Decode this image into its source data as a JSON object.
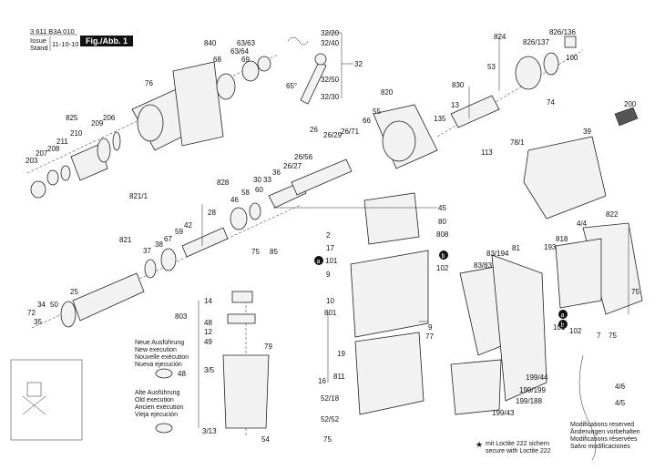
{
  "header": {
    "drawing_number": "3 611 B3A 010",
    "issue_label": "Issue",
    "stand_label": "Stand",
    "date": "11-10-10",
    "figure": "Fig./Abb. 1"
  },
  "labels": [
    {
      "id": "l840",
      "text": "840"
    },
    {
      "id": "l63_63",
      "text": "63/63"
    },
    {
      "id": "l63_64",
      "text": "63/64"
    },
    {
      "id": "l68",
      "text": "68"
    },
    {
      "id": "l69",
      "text": "69"
    },
    {
      "id": "l76",
      "text": "76"
    },
    {
      "id": "l32_20",
      "text": "32/20"
    },
    {
      "id": "l32_40",
      "text": "32/40"
    },
    {
      "id": "l32",
      "text": "32"
    },
    {
      "id": "l32_50",
      "text": "32/50"
    },
    {
      "id": "l32_30",
      "text": "32/30"
    },
    {
      "id": "l65deg",
      "text": "65°"
    },
    {
      "id": "l825",
      "text": "825"
    },
    {
      "id": "l206",
      "text": "206"
    },
    {
      "id": "l209",
      "text": "209"
    },
    {
      "id": "l210",
      "text": "210"
    },
    {
      "id": "l211",
      "text": "211"
    },
    {
      "id": "l208",
      "text": "208"
    },
    {
      "id": "l207",
      "text": "207"
    },
    {
      "id": "l203",
      "text": "203"
    },
    {
      "id": "l820",
      "text": "820"
    },
    {
      "id": "l55",
      "text": "55"
    },
    {
      "id": "l66",
      "text": "66"
    },
    {
      "id": "l26",
      "text": "26"
    },
    {
      "id": "l26_29",
      "text": "26/29"
    },
    {
      "id": "l26_71",
      "text": "26/71"
    },
    {
      "id": "l26_56",
      "text": "26/56"
    },
    {
      "id": "l26_27",
      "text": "26/27"
    },
    {
      "id": "l36",
      "text": "36"
    },
    {
      "id": "l33",
      "text": "33"
    },
    {
      "id": "l30",
      "text": "30"
    },
    {
      "id": "l60",
      "text": "60"
    },
    {
      "id": "l58",
      "text": "58"
    },
    {
      "id": "l46",
      "text": "46"
    },
    {
      "id": "l828",
      "text": "828"
    },
    {
      "id": "l821_1",
      "text": "821/1"
    },
    {
      "id": "l28",
      "text": "28"
    },
    {
      "id": "l42",
      "text": "42"
    },
    {
      "id": "l59",
      "text": "59"
    },
    {
      "id": "l67",
      "text": "67"
    },
    {
      "id": "l821",
      "text": "821"
    },
    {
      "id": "l37",
      "text": "37"
    },
    {
      "id": "l38",
      "text": "38"
    },
    {
      "id": "l25",
      "text": "25"
    },
    {
      "id": "l34",
      "text": "34"
    },
    {
      "id": "l50",
      "text": "50"
    },
    {
      "id": "l72",
      "text": "72"
    },
    {
      "id": "l35",
      "text": "35"
    },
    {
      "id": "l824",
      "text": "824"
    },
    {
      "id": "l826_136",
      "text": "826/136"
    },
    {
      "id": "l826_137",
      "text": "826/137"
    },
    {
      "id": "l100",
      "text": "100"
    },
    {
      "id": "l53",
      "text": "53"
    },
    {
      "id": "l830",
      "text": "830"
    },
    {
      "id": "l13",
      "text": "13"
    },
    {
      "id": "l135",
      "text": "135"
    },
    {
      "id": "l74",
      "text": "74"
    },
    {
      "id": "l113",
      "text": "113"
    },
    {
      "id": "l78_1",
      "text": "78/1"
    },
    {
      "id": "l200",
      "text": "200"
    },
    {
      "id": "l39",
      "text": "39"
    },
    {
      "id": "l45",
      "text": "45"
    },
    {
      "id": "l80",
      "text": "80"
    },
    {
      "id": "l808",
      "text": "808"
    },
    {
      "id": "l2",
      "text": "2"
    },
    {
      "id": "l17",
      "text": "17"
    },
    {
      "id": "l101a",
      "text": "101"
    },
    {
      "id": "l9a",
      "text": "9"
    },
    {
      "id": "l102a",
      "text": "102"
    },
    {
      "id": "l75a",
      "text": "75"
    },
    {
      "id": "l85",
      "text": "85"
    },
    {
      "id": "l10",
      "text": "10"
    },
    {
      "id": "l801",
      "text": "801"
    },
    {
      "id": "l9b",
      "text": "9"
    },
    {
      "id": "l77",
      "text": "77"
    },
    {
      "id": "l14",
      "text": "14"
    },
    {
      "id": "l803",
      "text": "803"
    },
    {
      "id": "l48",
      "text": "48"
    },
    {
      "id": "l12",
      "text": "12"
    },
    {
      "id": "l49",
      "text": "49"
    },
    {
      "id": "l79",
      "text": "79"
    },
    {
      "id": "l19",
      "text": "19"
    },
    {
      "id": "l3_5",
      "text": "3/5"
    },
    {
      "id": "l16",
      "text": "16"
    },
    {
      "id": "l811",
      "text": "811"
    },
    {
      "id": "l52_18",
      "text": "52/18"
    },
    {
      "id": "l52_52",
      "text": "52/52"
    },
    {
      "id": "l3_13",
      "text": "3/13"
    },
    {
      "id": "l54",
      "text": "54"
    },
    {
      "id": "l75b",
      "text": "75"
    },
    {
      "id": "l81",
      "text": "81"
    },
    {
      "id": "l83_194",
      "text": "83/194"
    },
    {
      "id": "l83_83",
      "text": "83/83"
    },
    {
      "id": "l199_44",
      "text": "199/44"
    },
    {
      "id": "l199_199",
      "text": "199/199"
    },
    {
      "id": "l199_188",
      "text": "199/188"
    },
    {
      "id": "l199_43",
      "text": "199/43"
    },
    {
      "id": "l4_4",
      "text": "4/4"
    },
    {
      "id": "l822",
      "text": "822"
    },
    {
      "id": "l818",
      "text": "818"
    },
    {
      "id": "l193",
      "text": "193"
    },
    {
      "id": "l75c",
      "text": "75"
    },
    {
      "id": "l101b",
      "text": "101"
    },
    {
      "id": "l102b",
      "text": "102"
    },
    {
      "id": "l7",
      "text": "7"
    },
    {
      "id": "l75d",
      "text": "75"
    },
    {
      "id": "l4_6",
      "text": "4/6"
    },
    {
      "id": "l4_5",
      "text": "4/5"
    },
    {
      "id": "l48b",
      "text": "48"
    }
  ],
  "callouts": {
    "a": "a",
    "b": "b"
  },
  "legend_new": [
    "Neue Ausführung",
    "New execution",
    "Nouvelle exécution",
    "Nueva ejecución"
  ],
  "legend_old": [
    "Alte Ausführung",
    "Old execution",
    "Ancien exécution",
    "Vieja ejecución"
  ],
  "loctite": {
    "mark": "★",
    "line1": "mit Loctite 222 sichern",
    "line2": "secure with Loctite 222"
  },
  "modifications": [
    "Modifications reserved",
    "Änderungen vorbehalten",
    "Modifications réservées",
    "Salvo modificaciones"
  ]
}
